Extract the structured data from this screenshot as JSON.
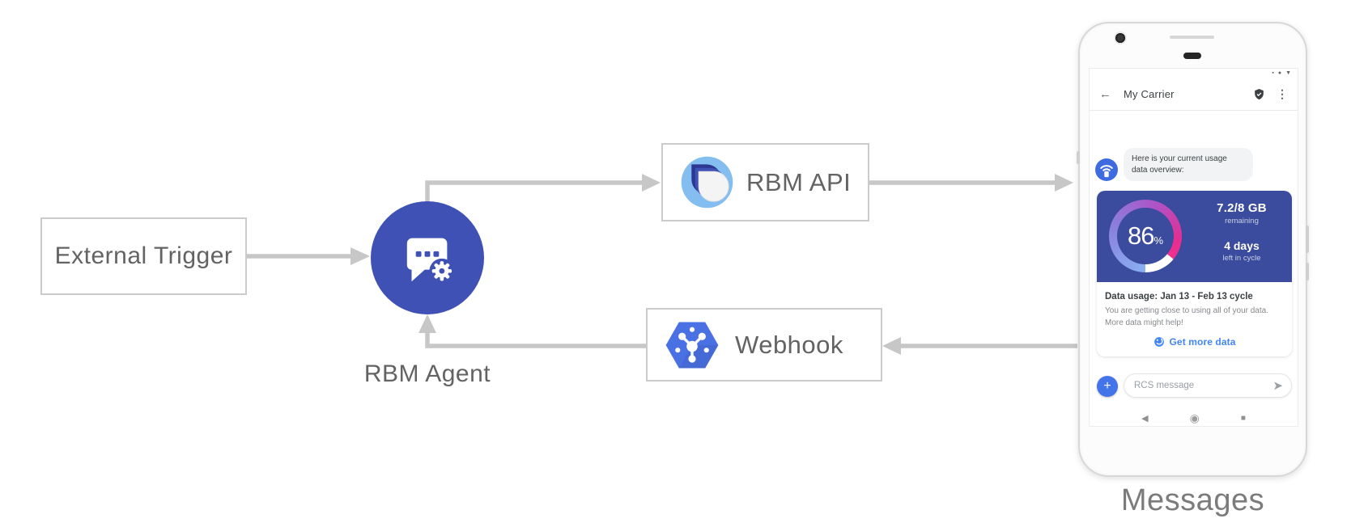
{
  "colors": {
    "agent-blue": "#3F51B5",
    "card-blue": "#3B4B9E",
    "hex-blue": "#4A71E4",
    "avatar-blue": "#3E6CE0",
    "plus-blue": "#4374E9",
    "link-blue": "#4285F4",
    "logo-light-blue": "#84BDF0",
    "logo-dark-drop": "#2B3790",
    "arrow-gray": "#C7C7C7",
    "box-border": "#CBCBCB",
    "diagram-text": "#636363",
    "gauge-blue": "#8AB0F2",
    "gauge-purple": "#B052C6",
    "gauge-pink": "#E62D8E"
  },
  "diagram": {
    "external_trigger_label": "External Trigger",
    "rbm_agent_label": "RBM Agent",
    "rbm_api_label": "RBM API",
    "webhook_label": "Webhook",
    "phone_caption": "Messages"
  },
  "phone": {
    "status_icons": {
      "square": "▪",
      "dot": "●",
      "triangle": "▼"
    },
    "app_bar": {
      "back_glyph": "←",
      "title": "My Carrier",
      "menu_glyph": "⋮"
    },
    "chat": {
      "agent_message": "Here is your current usage data overview:",
      "usage_card": {
        "percent_value": "86",
        "percent_unit": "%",
        "data_amount": "7.2/8 GB",
        "data_caption": "remaining",
        "days_value": "4 days",
        "days_caption": "left in cycle",
        "title": "Data usage: Jan 13 - Feb 13 cycle",
        "body_line1": "You are getting close to using all of your data.",
        "body_line2": "More data might help!",
        "action_label": "Get more data"
      }
    },
    "compose": {
      "plus_glyph": "+",
      "placeholder": "RCS message",
      "send_glyph": "➤"
    },
    "nav": {
      "back_glyph": "◀",
      "home_glyph": "◉",
      "recents_glyph": "■"
    }
  }
}
